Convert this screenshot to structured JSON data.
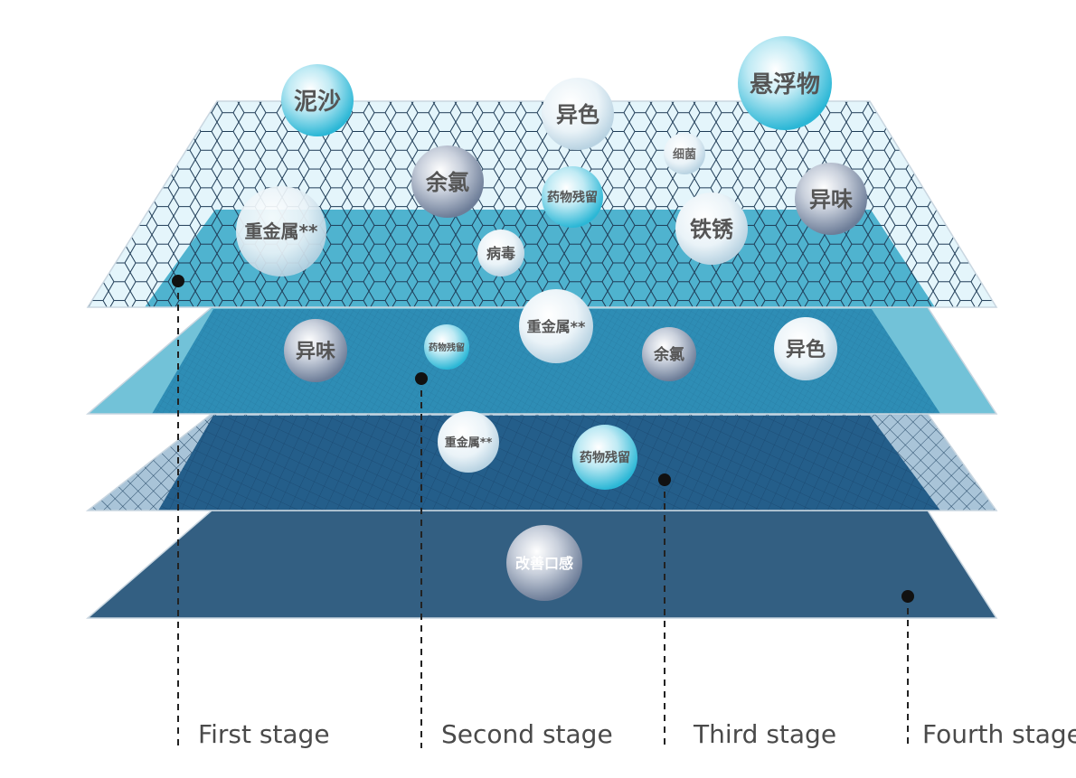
{
  "stages": [
    {
      "id": "first",
      "label": "First stage"
    },
    {
      "id": "second",
      "label": "Second stage"
    },
    {
      "id": "third",
      "label": "Third stage"
    },
    {
      "id": "fourth",
      "label": "Fourth stage"
    }
  ],
  "bubbles": {
    "layer1": [
      {
        "id": "mud-sand",
        "text": "泥沙",
        "style": "cyan"
      },
      {
        "id": "color",
        "text": "异色",
        "style": "white"
      },
      {
        "id": "suspended-matter",
        "text": "悬浮物",
        "style": "cyan"
      },
      {
        "id": "bacteria",
        "text": "细菌",
        "style": "white"
      },
      {
        "id": "residual-chlorine",
        "text": "余氯",
        "style": "grey"
      },
      {
        "id": "drug-residue",
        "text": "药物残留",
        "style": "cyan"
      },
      {
        "id": "odor",
        "text": "异味",
        "style": "grey"
      },
      {
        "id": "heavy-metal",
        "text": "重金属**",
        "style": "white"
      },
      {
        "id": "rust",
        "text": "铁锈",
        "style": "white"
      },
      {
        "id": "virus",
        "text": "病毒",
        "style": "white"
      }
    ],
    "layer2": [
      {
        "id": "heavy-metal",
        "text": "重金属**",
        "style": "white"
      },
      {
        "id": "odor",
        "text": "异味",
        "style": "grey"
      },
      {
        "id": "drug-residue",
        "text": "药物残留",
        "style": "cyan"
      },
      {
        "id": "residual-chlorine",
        "text": "余氯",
        "style": "grey"
      },
      {
        "id": "color",
        "text": "异色",
        "style": "white"
      }
    ],
    "layer3": [
      {
        "id": "heavy-metal",
        "text": "重金属**",
        "style": "white"
      },
      {
        "id": "drug-residue",
        "text": "药物残留",
        "style": "cyan"
      }
    ],
    "layer4": [
      {
        "id": "improve-taste",
        "text": "改善口感",
        "style": "grey"
      }
    ]
  },
  "colors": {
    "layer1_light": "#e4f5fb",
    "layer1_inner": "#4fb3cf",
    "layer2": "#72c2d8",
    "layer2_inner": "#2e8db5",
    "layer3": "#a9c4d8",
    "layer3_inner": "#245e8a",
    "layer4": "#335f82",
    "marker": "#111111"
  }
}
